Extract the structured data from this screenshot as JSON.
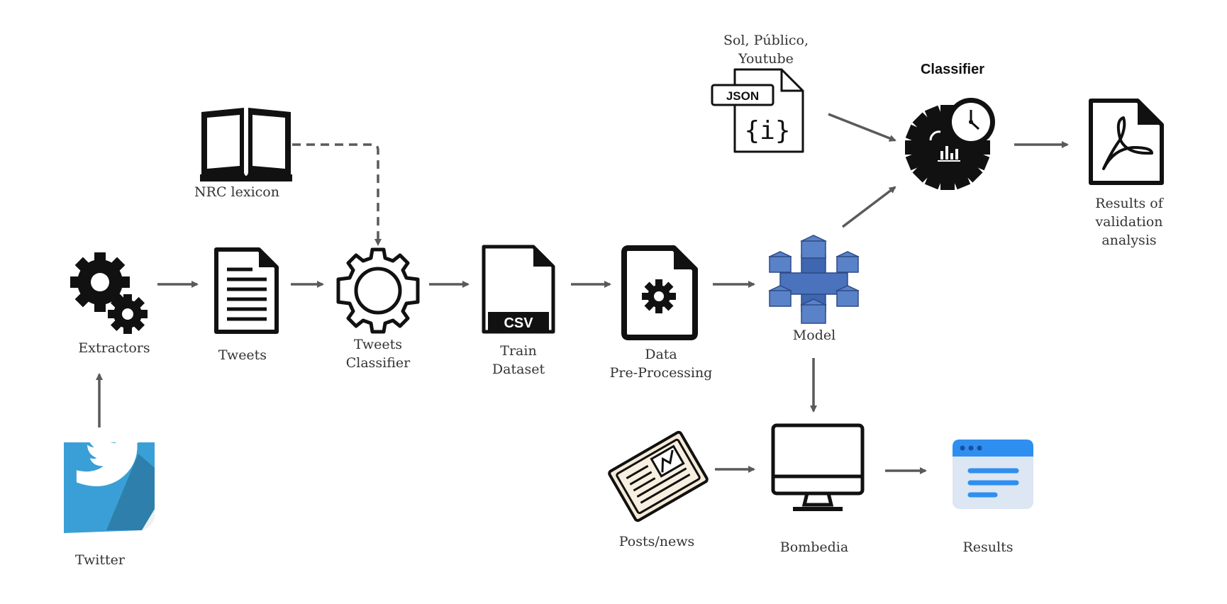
{
  "nodes": {
    "extractors": {
      "label": "Extractors",
      "icon": "gears-icon"
    },
    "tweets": {
      "label": "Tweets",
      "icon": "document-lines-icon"
    },
    "tweets_classifier": {
      "label": "Tweets\nClassifier",
      "icon": "gear-outline-icon"
    },
    "train_dataset": {
      "label": "Train\nDataset",
      "icon": "csv-file-icon",
      "badge": "CSV"
    },
    "data_preprocessing": {
      "label": "Data\nPre-Processing",
      "icon": "gear-file-icon"
    },
    "model": {
      "label": "Model",
      "icon": "cube-network-icon"
    },
    "twitter": {
      "label": "Twitter",
      "icon": "twitter-bird-icon"
    },
    "nrc_lexicon": {
      "label": "NRC lexicon",
      "icon": "open-book-icon"
    },
    "json_sources": {
      "label": "Sol, Público,\nYoutube",
      "icon": "json-file-icon",
      "badge": "JSON",
      "glyph": "{i}"
    },
    "classifier": {
      "label": "Classifier",
      "icon": "gear-clock-icon"
    },
    "validation_results": {
      "label": "Results of validation\nanalysis",
      "icon": "pdf-file-icon"
    },
    "posts_news": {
      "label": "Posts/news",
      "icon": "newspaper-icon"
    },
    "bombedia": {
      "label": "Bombedia",
      "icon": "monitor-icon"
    },
    "results": {
      "label": "Results",
      "icon": "results-window-icon"
    }
  },
  "colors": {
    "arrow": "#5a5a5a",
    "icon": "#111111",
    "twitter_blue": "#3a9fd6",
    "model_blue": "#3f66b0",
    "results_blue": "#2f8ff0",
    "results_bg": "#dde6f3"
  }
}
